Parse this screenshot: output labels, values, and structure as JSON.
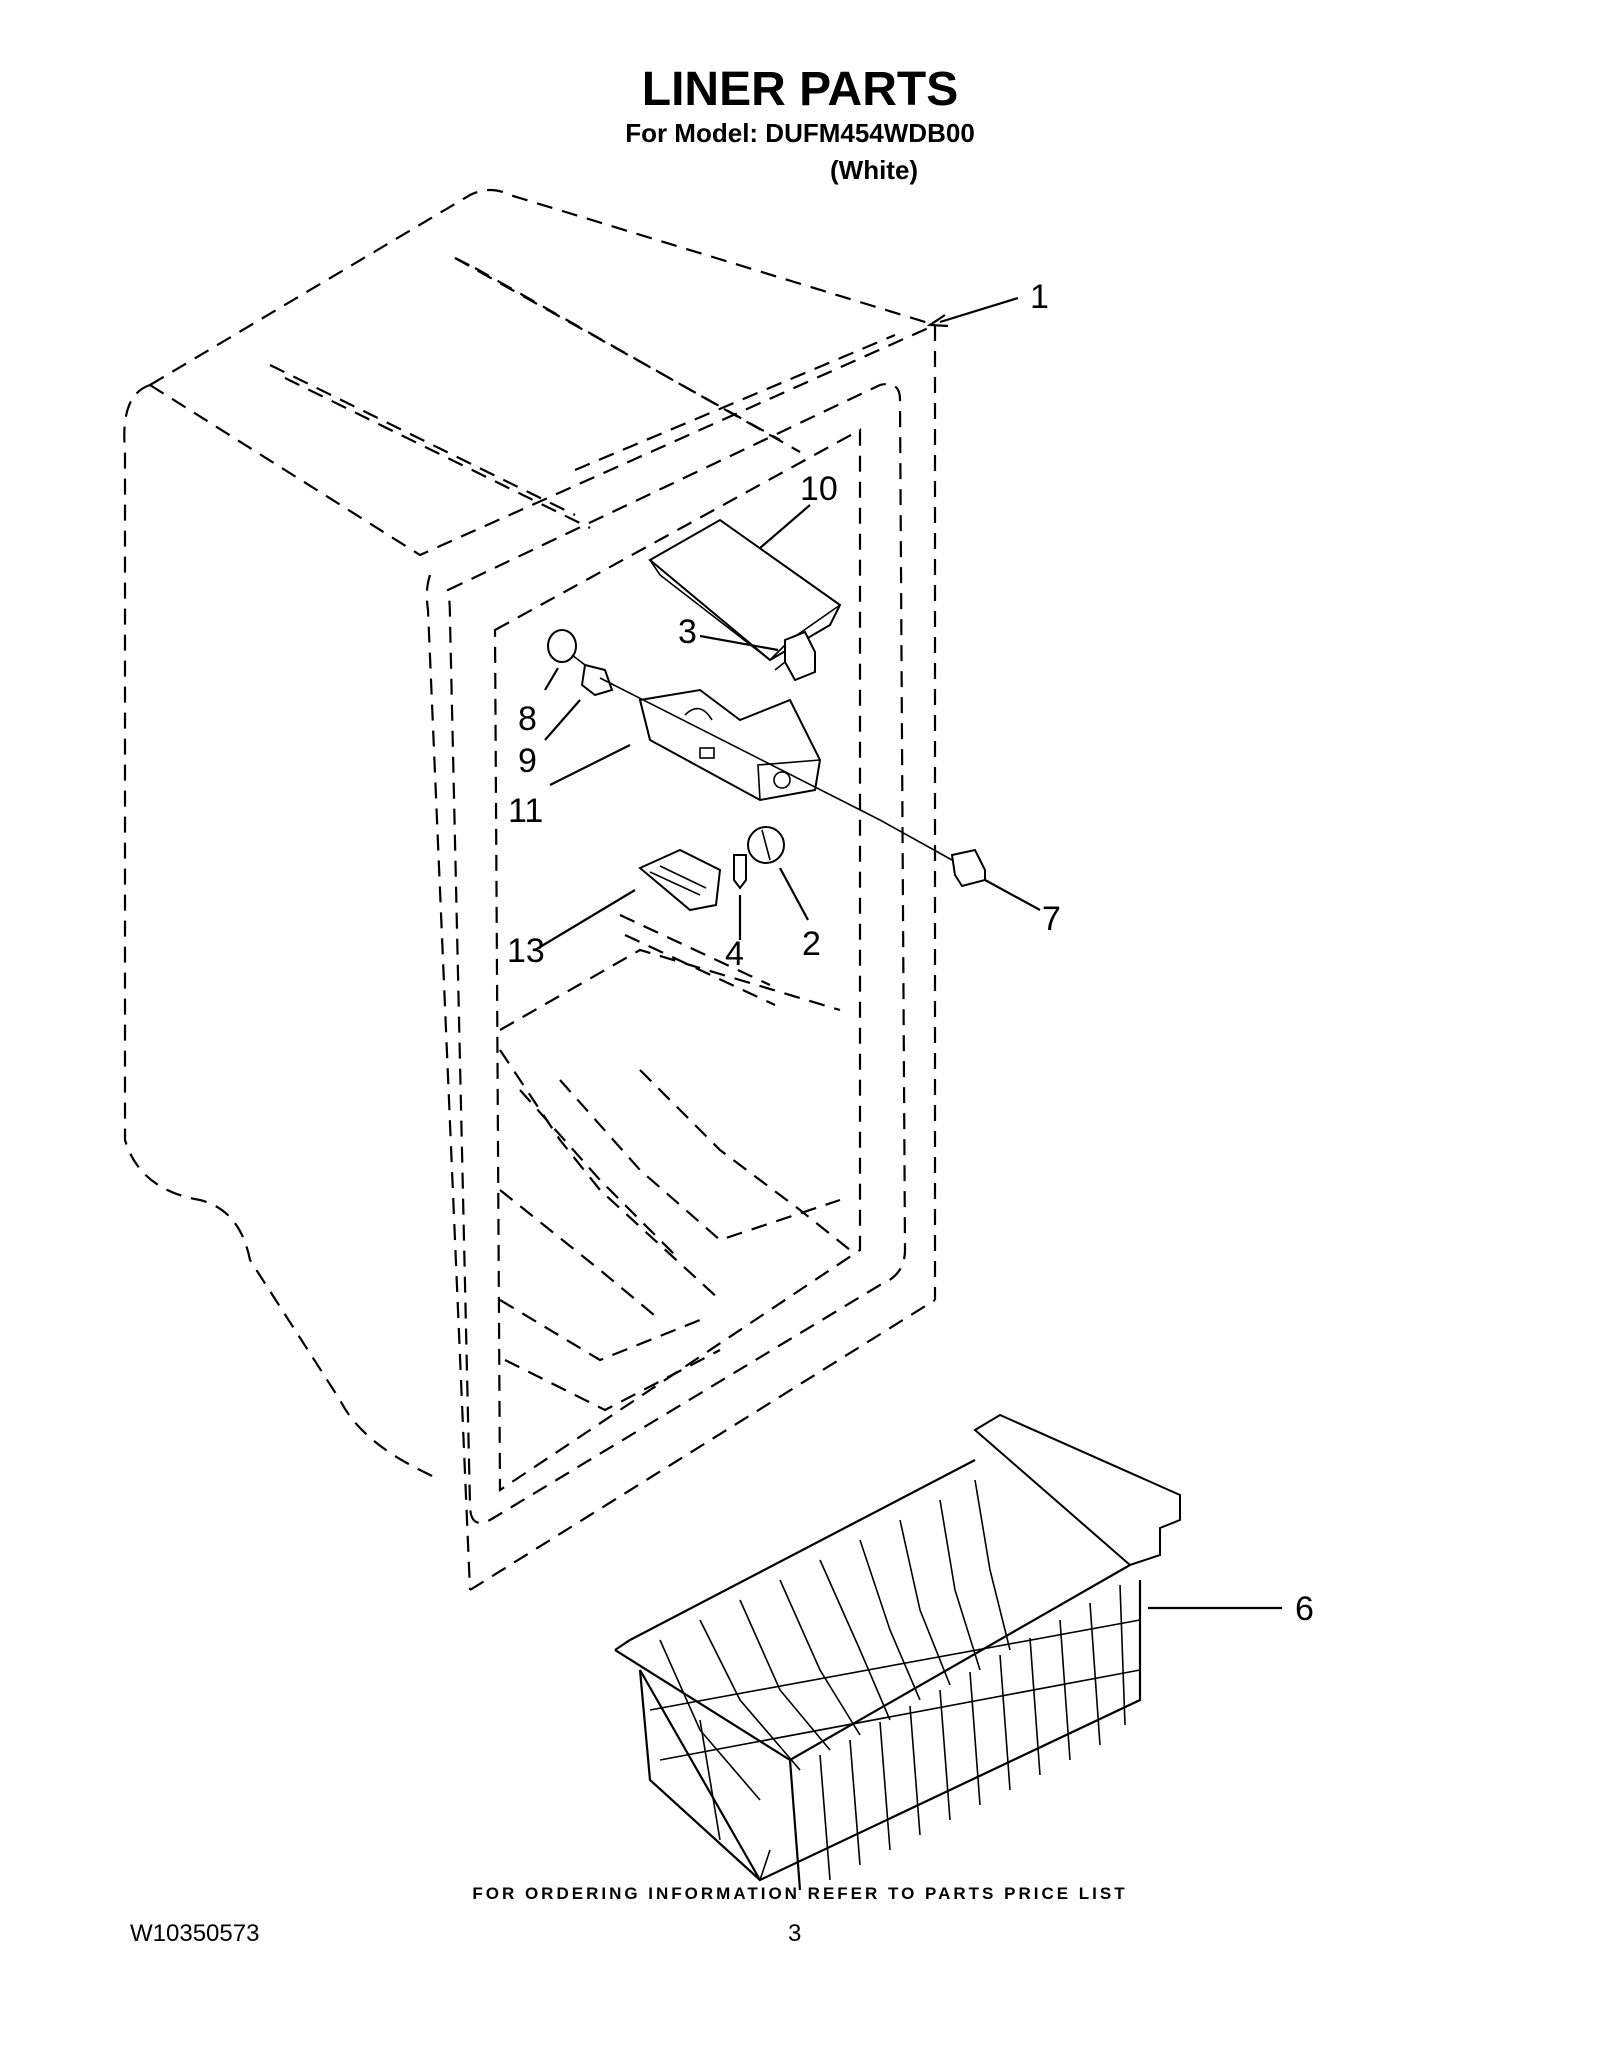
{
  "title": "LINER PARTS",
  "subtitle": "For Model: DUFM454WDB00",
  "subtitle2": "(White)",
  "callouts": {
    "c1": "1",
    "c2": "2",
    "c3": "3",
    "c4": "4",
    "c6": "6",
    "c7": "7",
    "c8": "8",
    "c9": "9",
    "c10": "10",
    "c11": "11",
    "c13": "13"
  },
  "footer_note": "FOR ORDERING INFORMATION REFER TO PARTS PRICE LIST",
  "doc_number": "W10350573",
  "page_number": "3"
}
